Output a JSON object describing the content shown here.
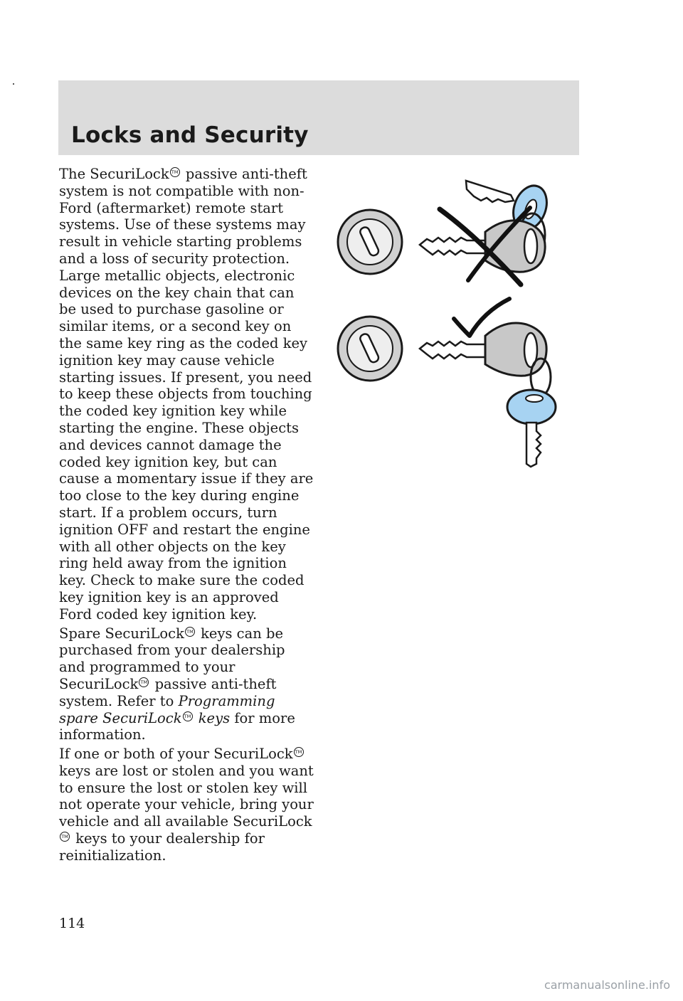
{
  "header": {
    "title": "Locks and Security"
  },
  "paragraphs": {
    "p1": {
      "s1": "The SecuriLock",
      "tm": "TM",
      "s2": " passive anti-theft system is not compatible with non-Ford (aftermarket) remote start systems. Use of these systems may result in vehicle starting problems and a loss of security protection. Large metallic objects, electronic devices on the key chain that can be used to purchase gasoline or similar items, or a second key on the same key ring as the coded key ignition key may cause vehicle starting issues. If present, you need to keep these objects from touching the coded key ignition key while starting the engine. These objects and devices cannot damage the coded key ignition key, but can cause a momentary issue if they are too close to the key during engine start. If a problem occurs, turn ignition OFF and restart the engine with all other objects on the key ring held away from the ignition key. Check to make sure the coded key ignition key is an approved Ford coded key ignition key."
    },
    "p2": {
      "s1": "Spare SecuriLock",
      "s2": " keys can be purchased from your dealership and programmed to your SecuriLock",
      "s3": " passive anti-theft system. Refer to ",
      "italic1": "Programming spare SecuriLock",
      "italic2": " keys",
      "s4": " for more information."
    },
    "p3": {
      "s1": "If one or both of your SecuriLock",
      "s2": " keys are lost or stolen and you want to ensure the lost or stolen key will not operate your vehicle, bring your vehicle and all available SecuriLock",
      "s3": " keys to your dealership for reinitialization."
    }
  },
  "page_number": "114",
  "watermark": "carmanualsonline.info",
  "figure": {
    "icons": [
      "ignition-cylinder-icon",
      "coded-key-icon",
      "spare-key-icon",
      "incorrect-x-mark-icon",
      "correct-check-mark-icon"
    ],
    "colors": {
      "key_head_gray": "#c8c8c8",
      "spare_key_blue": "#a7d3f2",
      "outline": "#1a1a1a",
      "cylinder_face": "#cccccc"
    }
  }
}
